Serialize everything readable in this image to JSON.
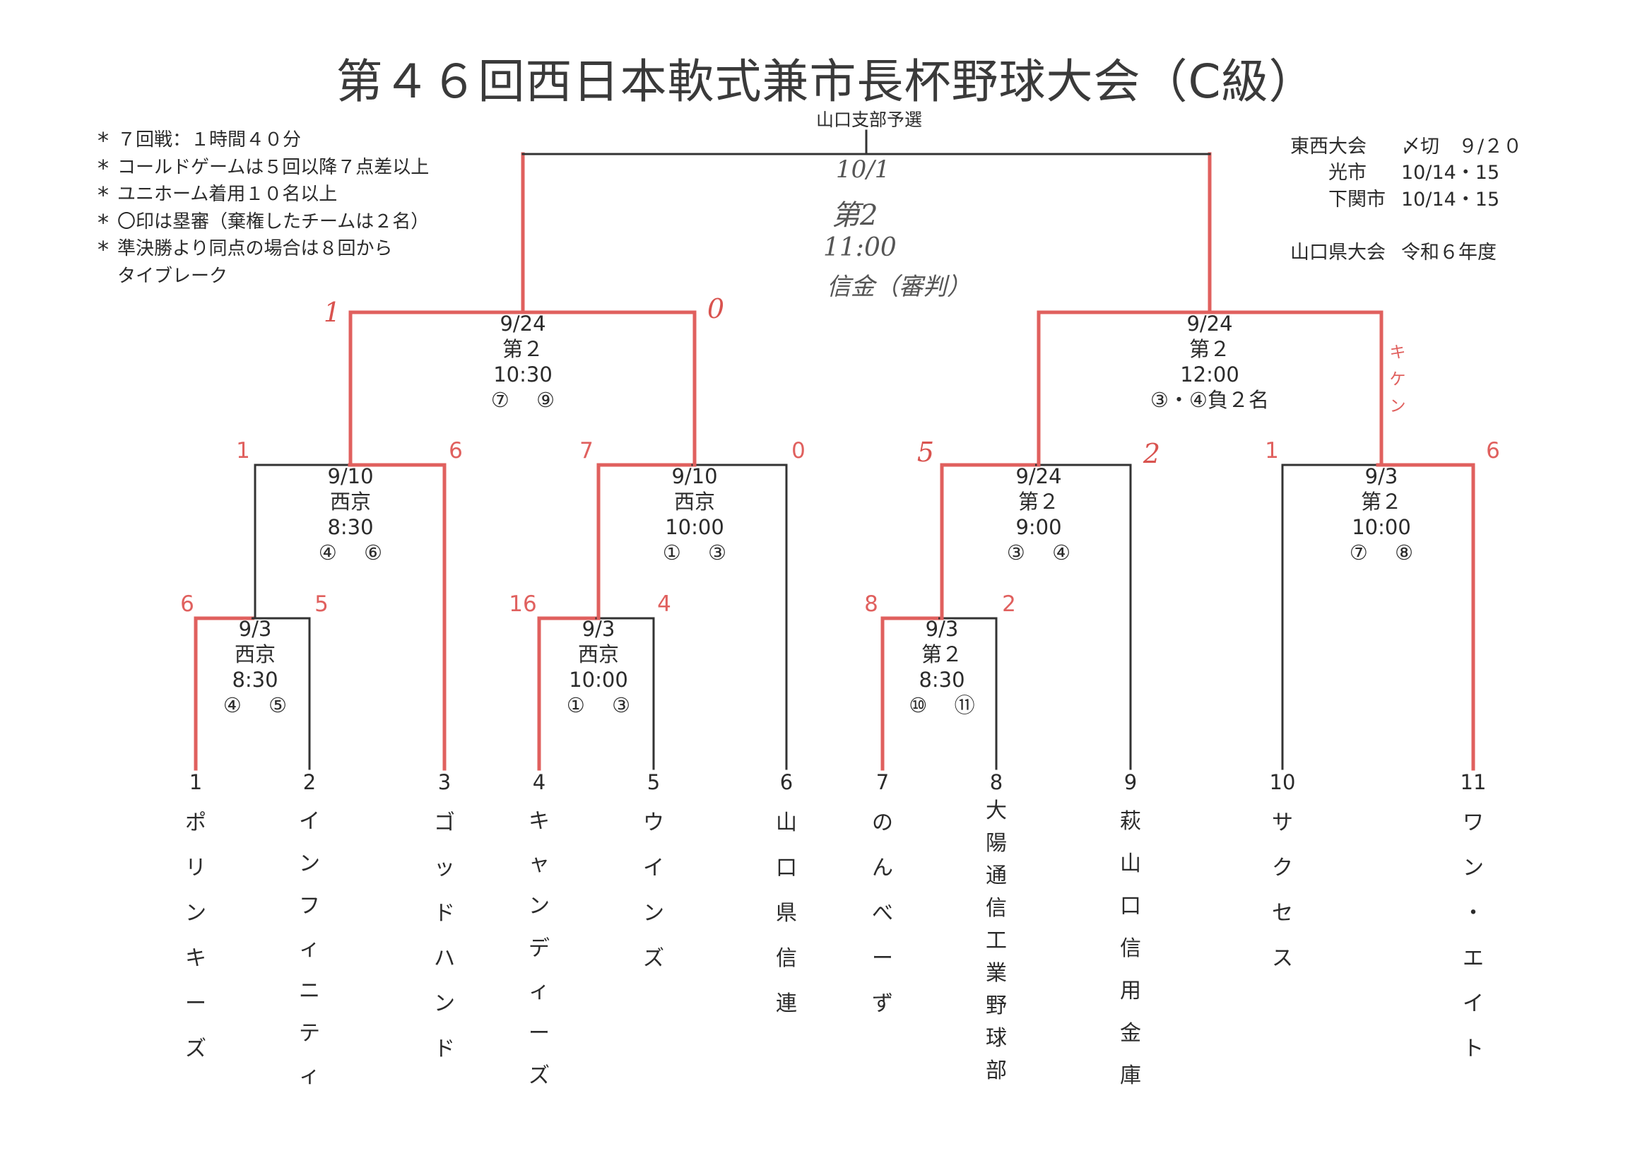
{
  "title": "第４６回西日本軟式兼市長杯野球大会（C級）",
  "subtitle": "山口支部予選",
  "notes": [
    "７回戦：１時間４０分",
    "コールドゲームは５回以降７点差以上",
    "ユニホーム着用１０名以上",
    "〇印は塁審（棄権したチームは２名）",
    "準決勝より同点の場合は８回から",
    "タイブレーク"
  ],
  "schedule": [
    {
      "label": "東西大会",
      "value": "〆切　９/２０"
    },
    {
      "label": "光市",
      "value": "10/14・15"
    },
    {
      "label": "下関市",
      "value": "10/14・15"
    },
    {
      "label": "山口県大会",
      "value": "令和６年度"
    }
  ],
  "final_note": {
    "date": "10/1",
    "venue": "第2",
    "time": "11:00",
    "officials": "信金（審判）"
  },
  "teams": [
    {
      "num": "1",
      "name": "ポリンキーズ"
    },
    {
      "num": "2",
      "name": "インフィニティ"
    },
    {
      "num": "3",
      "name": "ゴッドハンド"
    },
    {
      "num": "4",
      "name": "キャンディーズ"
    },
    {
      "num": "5",
      "name": "ウインズ"
    },
    {
      "num": "6",
      "name": "山口県信連"
    },
    {
      "num": "7",
      "name": "のんべーず"
    },
    {
      "num": "8",
      "name": "大陽通信工業野球部"
    },
    {
      "num": "9",
      "name": "萩山口信用金庫"
    },
    {
      "num": "10",
      "name": "サクセス"
    },
    {
      "num": "11",
      "name": "ワン・エイト"
    }
  ],
  "matches": {
    "r1a": {
      "date": "9/3",
      "venue": "西京",
      "time": "8:30",
      "umps": "④　 ⑤",
      "score_left": "6",
      "score_right": "5"
    },
    "r1b": {
      "date": "9/3",
      "venue": "西京",
      "time": "10:00",
      "umps": "①　 ③",
      "score_left": "16",
      "score_right": "4"
    },
    "r1c": {
      "date": "9/3",
      "venue": "第２",
      "time": "8:30",
      "umps": "⑩　 ⑪",
      "score_left": "8",
      "score_right": "2"
    },
    "r2a": {
      "date": "9/10",
      "venue": "西京",
      "time": "8:30",
      "umps": "④　 ⑥",
      "score_left": "1",
      "score_right": "6"
    },
    "r2b": {
      "date": "9/10",
      "venue": "西京",
      "time": "10:00",
      "umps": "①　 ③",
      "score_left": "7",
      "score_right": "0"
    },
    "r2c": {
      "date": "9/24",
      "venue": "第２",
      "time": "9:00",
      "umps": "③　 ④",
      "score_left": "5",
      "score_right": "2"
    },
    "r2d": {
      "date": "9/3",
      "venue": "第２",
      "time": "10:00",
      "umps": "⑦　 ⑧",
      "score_left": "1",
      "score_right": "6"
    },
    "sf1": {
      "date": "9/24",
      "venue": "第２",
      "time": "10:30",
      "umps": "⑦　 ⑨",
      "score_left": "1",
      "score_right": "0"
    },
    "sf2": {
      "date": "9/24",
      "venue": "第２",
      "time": "12:00",
      "umps": "③・④負２名",
      "score_left": "",
      "score_right": "キケン"
    }
  },
  "colors": {
    "winner_line": "#e0605e",
    "line": "#333333",
    "winner_text": "#e0605e"
  }
}
